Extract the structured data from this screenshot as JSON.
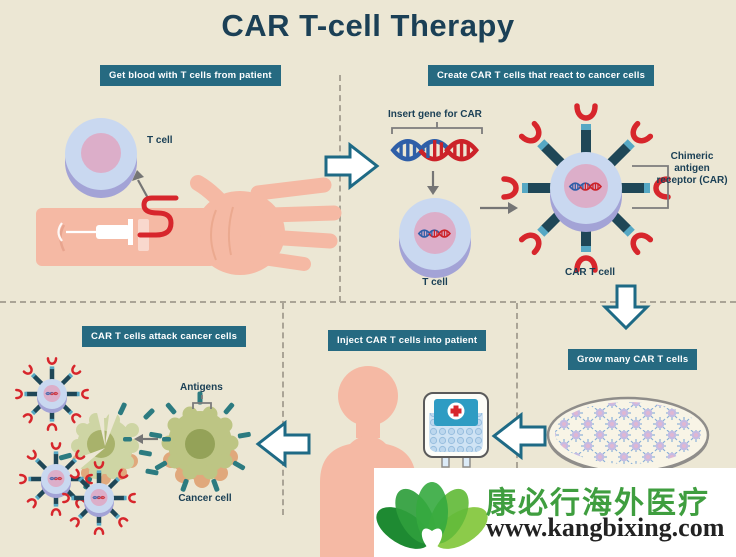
{
  "title": "CAR T-cell Therapy",
  "steps": {
    "get_blood": "Get blood with T cells from patient",
    "create": "Create CAR T cells that react to cancer cells",
    "grow": "Grow many CAR T cells",
    "inject": "Inject CAR T cells into patient",
    "attack": "CAR T cells attack cancer cells"
  },
  "labels": {
    "t_cell_top": "T cell",
    "insert_gene": "Insert gene for CAR",
    "t_cell_mid": "T cell",
    "car_receptor": "Chimeric antigen receptor (CAR)",
    "car_t_cell": "CAR T cell",
    "antigens": "Antigens",
    "cancer_cell": "Cancer cell"
  },
  "watermark": {
    "brand": "康必行海外医疗",
    "url": "www.kangbixing.com"
  },
  "colors": {
    "background": "#ece7d4",
    "title_text": "#1b4056",
    "step_box": "#266a81",
    "step_text": "#ffffff",
    "arrow_outline": "#1e6a85",
    "receptor_red": "#d7262c",
    "dna_blue": "#2f5fa8",
    "dna_red": "#cc2229",
    "cell_body": "#c9d8f0",
    "cell_shadow": "#a3a3d6",
    "nucleus_pink": "#dcaec9",
    "cancer_olive": "#bdc584",
    "antigen_teal": "#2c7b80",
    "skin": "#f5b9a4",
    "watermark_green": "#3f9e3f"
  }
}
